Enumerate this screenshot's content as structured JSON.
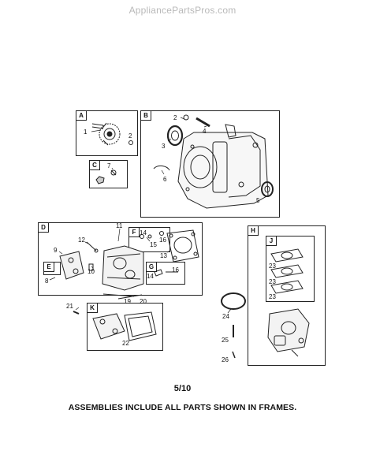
{
  "watermark": "AppliancePartsPros.com",
  "frames": {
    "A": "A",
    "B": "B",
    "C": "C",
    "D": "D",
    "E": "E",
    "F": "F",
    "G": "G",
    "H": "H",
    "J": "J",
    "K": "K"
  },
  "callouts": {
    "n1": "1",
    "n2a": "2",
    "n2b": "2",
    "n3": "3",
    "n4": "4",
    "n5": "5",
    "n6": "6",
    "n7": "7",
    "n8": "8",
    "n9": "9",
    "n10": "10",
    "n11": "11",
    "n12": "12",
    "n13": "13",
    "n14a": "14",
    "n14b": "14",
    "n15": "15",
    "n16a": "16",
    "n16b": "16",
    "n19": "19",
    "n20": "20",
    "n21": "21",
    "n22": "22",
    "n23a": "23",
    "n23b": "23",
    "n23c": "23",
    "n24": "24",
    "n25": "25",
    "n26": "26"
  },
  "page_number": "5/10",
  "footer_note": "ASSEMBLIES INCLUDE ALL PARTS SHOWN IN FRAMES."
}
